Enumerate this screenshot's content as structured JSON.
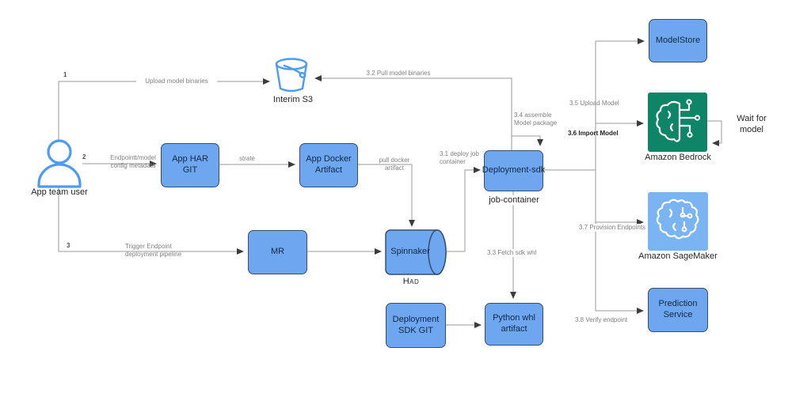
{
  "canvas": {
    "background": "#ffffff"
  },
  "colors": {
    "node_fill": "#6ea6ef",
    "node_border": "#33506b",
    "node_text": "#102a43",
    "line": "#9a9a9a",
    "arrow": "#3d3d3d",
    "edge_label": "#808080",
    "step_number": "#4d4d4d",
    "caption": "#262626",
    "bedrock_green": "#0e8566",
    "sagemaker_blue": "#7ab4f3",
    "person_blue": "#4d9bf5",
    "bold_label": "#1f1f1f"
  },
  "actor": {
    "label": "App team user"
  },
  "nodes": {
    "interim_s3": {
      "label": "Interim S3"
    },
    "app_har_git": {
      "label": "App HAR GIT"
    },
    "app_docker_artifact": {
      "label": "App Docker Artifact"
    },
    "mr": {
      "label": "MR"
    },
    "spinnaker": {
      "label": "Spinnaker",
      "caption": "Had"
    },
    "deployment_sdk": {
      "label": "Deployment-sdk",
      "caption": "job-container"
    },
    "deployment_sdk_git": {
      "label": "Deployment SDK GIT"
    },
    "python_whl_artifact": {
      "label": "Python whl artifact"
    },
    "modelstore": {
      "label": "ModelStore"
    },
    "amazon_bedrock": {
      "label": "Amazon Bedrock"
    },
    "amazon_sagemaker": {
      "label": "Amazon SageMaker"
    },
    "prediction_service": {
      "label": "Prediction Service"
    }
  },
  "edges": {
    "step1": {
      "number": "1",
      "label": "Upload model binaries"
    },
    "step2": {
      "number": "2",
      "label": "Endpointt/model config metadata"
    },
    "step3": {
      "number": "3",
      "label": "Trigger Endpoint deployment pipeline"
    },
    "strate": {
      "label": "strate"
    },
    "pull_docker": {
      "label": "pull docker artifact"
    },
    "deploy_job": {
      "label": "3.1 deploy job container"
    },
    "pull_binaries": {
      "label": "3.2 Pull model binaries"
    },
    "fetch_whl": {
      "label": "3.3 Fetch sdk whl"
    },
    "assemble": {
      "label": "3.4 assemble Model package"
    },
    "upload_model": {
      "label": "3.5 Upload Model"
    },
    "import_model": {
      "label": "3.6 Import Model"
    },
    "provision": {
      "label": "3.7 Provision Endpoints"
    },
    "verify": {
      "label": "3.8 Verify endpoint"
    },
    "wait": {
      "label": "Wait for model"
    }
  }
}
